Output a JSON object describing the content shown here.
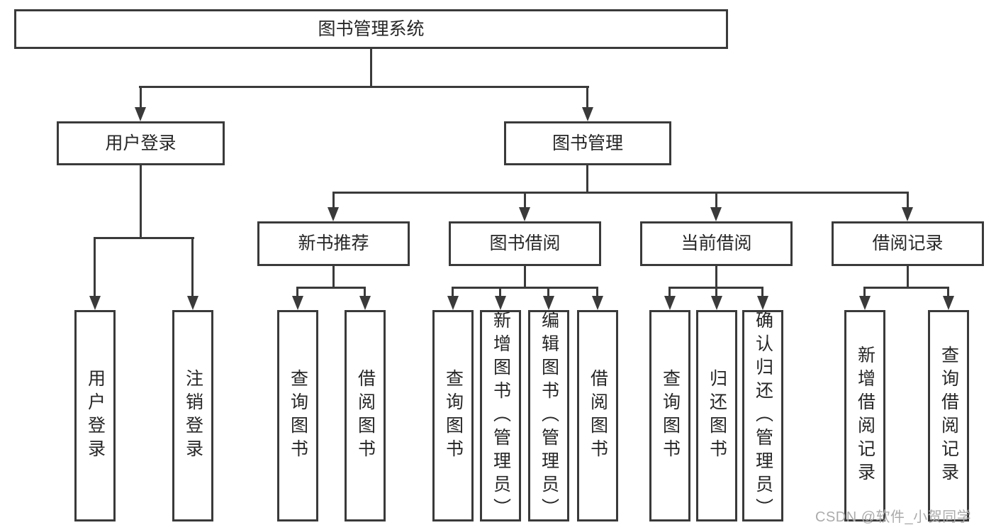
{
  "diagram": {
    "root": "图书管理系统",
    "level1": [
      {
        "label": "用户登录",
        "children": [
          "用户登录",
          "注销登录"
        ]
      },
      {
        "label": "图书管理",
        "children": [
          {
            "label": "新书推荐",
            "children": [
              "查询图书",
              "借阅图书"
            ]
          },
          {
            "label": "图书借阅",
            "children": [
              "查询图书",
              "新增图书（管理员）",
              "编辑图书（管理员）",
              "借阅图书"
            ]
          },
          {
            "label": "当前借阅",
            "children": [
              "查询图书",
              "归还图书",
              "确认归还（管理员）"
            ]
          },
          {
            "label": "借阅记录",
            "children": [
              "新增借阅记录",
              "查询借阅记录"
            ]
          }
        ]
      }
    ]
  },
  "watermark": "CSDN @软件_小贺同学",
  "colors": {
    "line": "#3a3a3a",
    "box_border": "#3a3a3a",
    "box_fill": "#ffffff",
    "text": "#262626",
    "watermark": "#ababab",
    "background": "#ffffff"
  }
}
